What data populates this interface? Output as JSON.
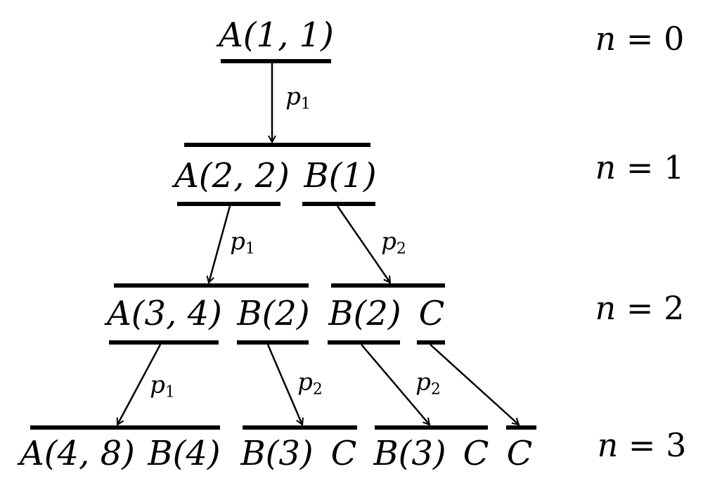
{
  "levels": [
    {
      "label": "n = 0"
    },
    {
      "label": "n = 1"
    },
    {
      "label": "n = 2"
    },
    {
      "label": "n = 3"
    }
  ],
  "nodes": [
    {
      "id": "A11",
      "label": "A(1, 1)"
    },
    {
      "id": "A22",
      "label": "A(2, 2)"
    },
    {
      "id": "B1",
      "label": "B(1)"
    },
    {
      "id": "A34",
      "label": "A(3, 4)"
    },
    {
      "id": "B2a",
      "label": "B(2)"
    },
    {
      "id": "B2b",
      "label": "B(2)"
    },
    {
      "id": "C2",
      "label": "C"
    },
    {
      "id": "A48",
      "label": "A(4, 8)"
    },
    {
      "id": "B4",
      "label": "B(4)"
    },
    {
      "id": "B3a",
      "label": "B(3)"
    },
    {
      "id": "C3a",
      "label": "C"
    },
    {
      "id": "B3b",
      "label": "B(3)"
    },
    {
      "id": "C3b",
      "label": "C"
    },
    {
      "id": "C3c",
      "label": "C"
    }
  ],
  "edges": [
    {
      "from": "A11",
      "to": "level1",
      "label": "p1"
    },
    {
      "from": "A22",
      "to": "level2-left",
      "label": "p1"
    },
    {
      "from": "B1",
      "to": "level2-right",
      "label": "p2"
    },
    {
      "from": "A34",
      "to": "level3-first",
      "label": "p1"
    },
    {
      "from": "B2a",
      "to": "level3-second",
      "label": "p2"
    },
    {
      "from": "B2b",
      "to": "level3-third",
      "label": "p2"
    },
    {
      "from": "C2",
      "to": "level3-fourth",
      "label": ""
    }
  ]
}
